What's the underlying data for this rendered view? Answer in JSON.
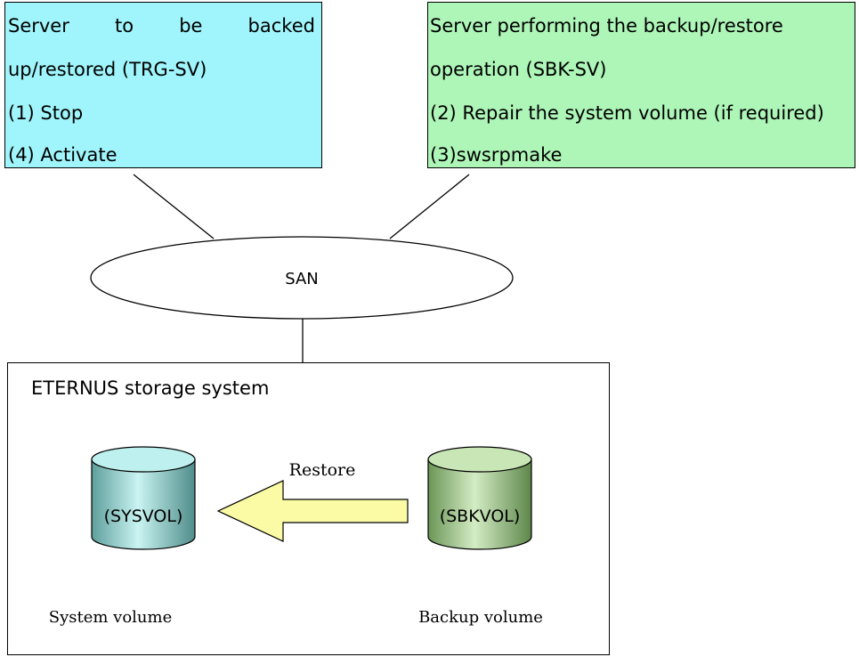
{
  "left_server": {
    "title_words": [
      "Server",
      "to",
      "be",
      "backed"
    ],
    "title_line2": "up/restored (TRG-SV)",
    "step1": "(1) Stop",
    "step4": "(4) Activate",
    "fill": "#9ff5fb"
  },
  "right_server": {
    "title_line1": "Server performing the backup/restore",
    "title_line2": "operation (SBK-SV)",
    "step2": "(2) Repair the system volume (if required)",
    "step3": "(3)swsrpmake",
    "fill": "#aef5b8"
  },
  "san": {
    "label": "SAN"
  },
  "storage": {
    "title": "ETERNUS storage system",
    "system_volume": {
      "label": "(SYSVOL)",
      "caption": "System volume",
      "fill": "#9fdcda"
    },
    "backup_volume": {
      "label": "(SBKVOL)",
      "caption": "Backup volume",
      "fill": "#a9cf95"
    },
    "arrow": {
      "label": "Restore",
      "fill": "#fbfba6"
    }
  }
}
